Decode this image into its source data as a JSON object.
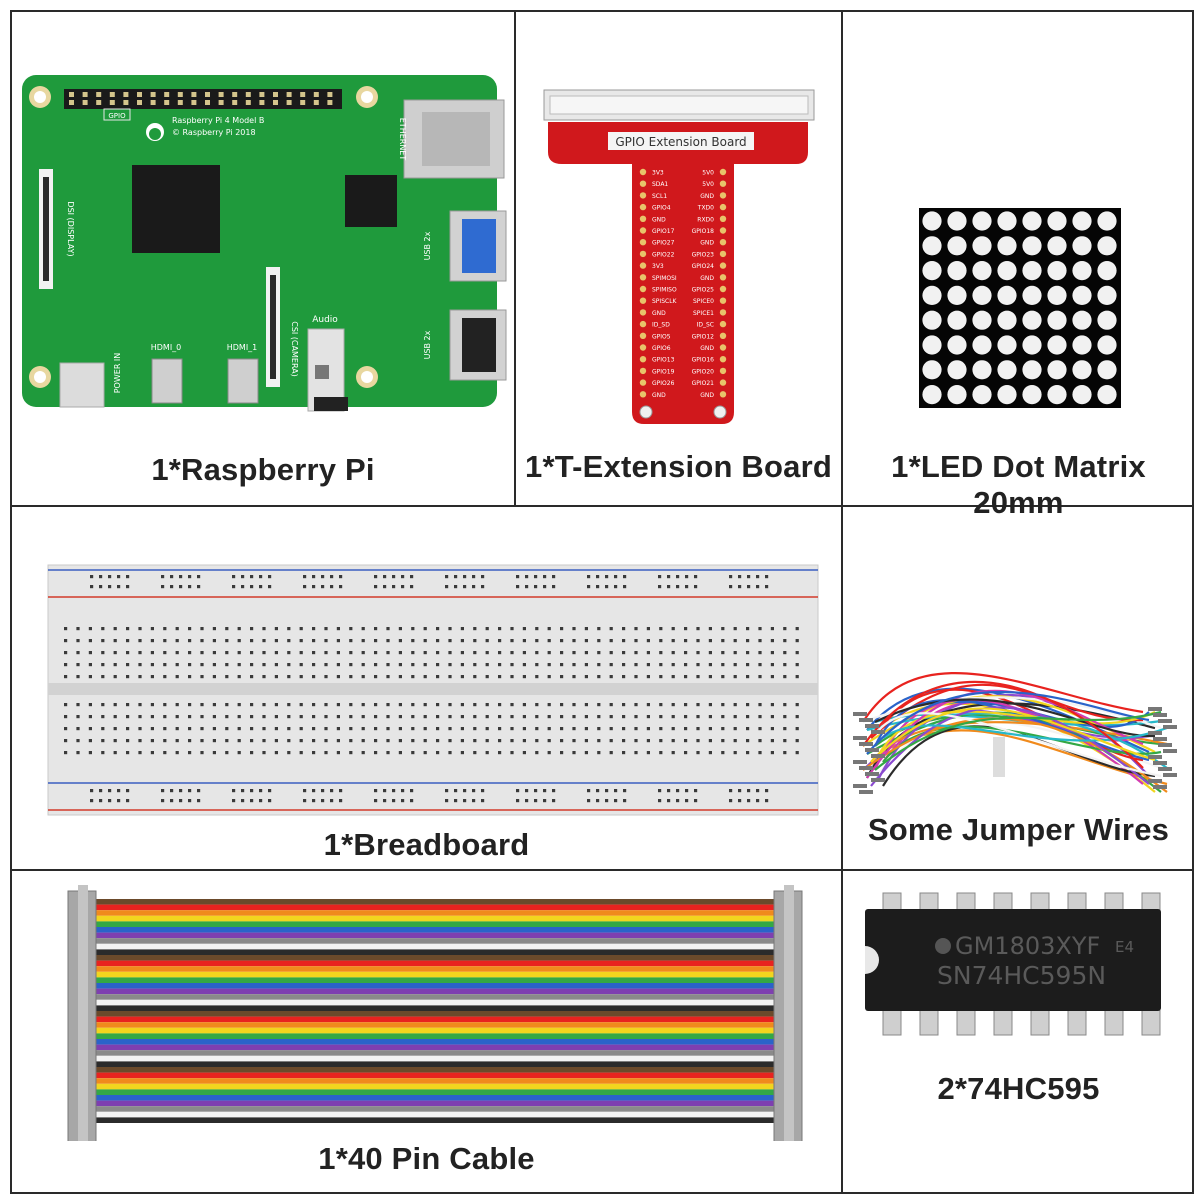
{
  "captions": {
    "raspberry_pi": "1*Raspberry Pi",
    "t_extension": "1*T-Extension Board",
    "led_matrix": "1*LED Dot Matrix 20mm",
    "breadboard": "1*Breadboard",
    "jumper_wires": "Some Jumper Wires",
    "pin_cable": "1*40 Pin Cable",
    "ic": "2*74HC595"
  },
  "pi_board": {
    "model": "Raspberry Pi 4 Model B",
    "copyright": "© Raspberry Pi 2018",
    "gpio": "GPIO",
    "ethernet": "ETHERNET",
    "usb": "USB 2x",
    "dsi": "DSI (DISPLAY)",
    "csi": "CSI (CAMERA)",
    "audio": "Audio",
    "power": "POWER IN",
    "hdmi0": "HDMI_0",
    "hdmi1": "HDMI_1"
  },
  "t_board": {
    "title": "GPIO Extension Board",
    "left_pins": [
      "3V3",
      "SDA1",
      "SCL1",
      "GPIO4",
      "GND",
      "GPIO17",
      "GPIO27",
      "GPIO22",
      "3V3",
      "SPIMOSI",
      "SPIMISO",
      "SPISCLK",
      "GND",
      "ID_SD",
      "GPIO5",
      "GPIO6",
      "GPIO13",
      "GPIO19",
      "GPIO26",
      "GND"
    ],
    "right_pins": [
      "5V0",
      "5V0",
      "GND",
      "TXD0",
      "RXD0",
      "GPIO18",
      "GND",
      "GPIO23",
      "GPIO24",
      "GND",
      "GPIO25",
      "SPICE0",
      "SPICE1",
      "ID_SC",
      "GPIO12",
      "GND",
      "GPIO16",
      "GPIO20",
      "GPIO21",
      "GND"
    ]
  },
  "ic_chip": {
    "line1": "GM1803XYF",
    "line2": "SN74HC595N",
    "mark": "E4"
  },
  "colors": {
    "pcb_green": "#1f9a3c",
    "t_board_red": "#d0181c",
    "ribbon": [
      "#6b4a2b",
      "#e8231f",
      "#f08a1c",
      "#f2d51e",
      "#33a845",
      "#2a63c9",
      "#7e3fb0",
      "#8a8a8a",
      "#f3f3f3",
      "#2b2b2b"
    ]
  }
}
